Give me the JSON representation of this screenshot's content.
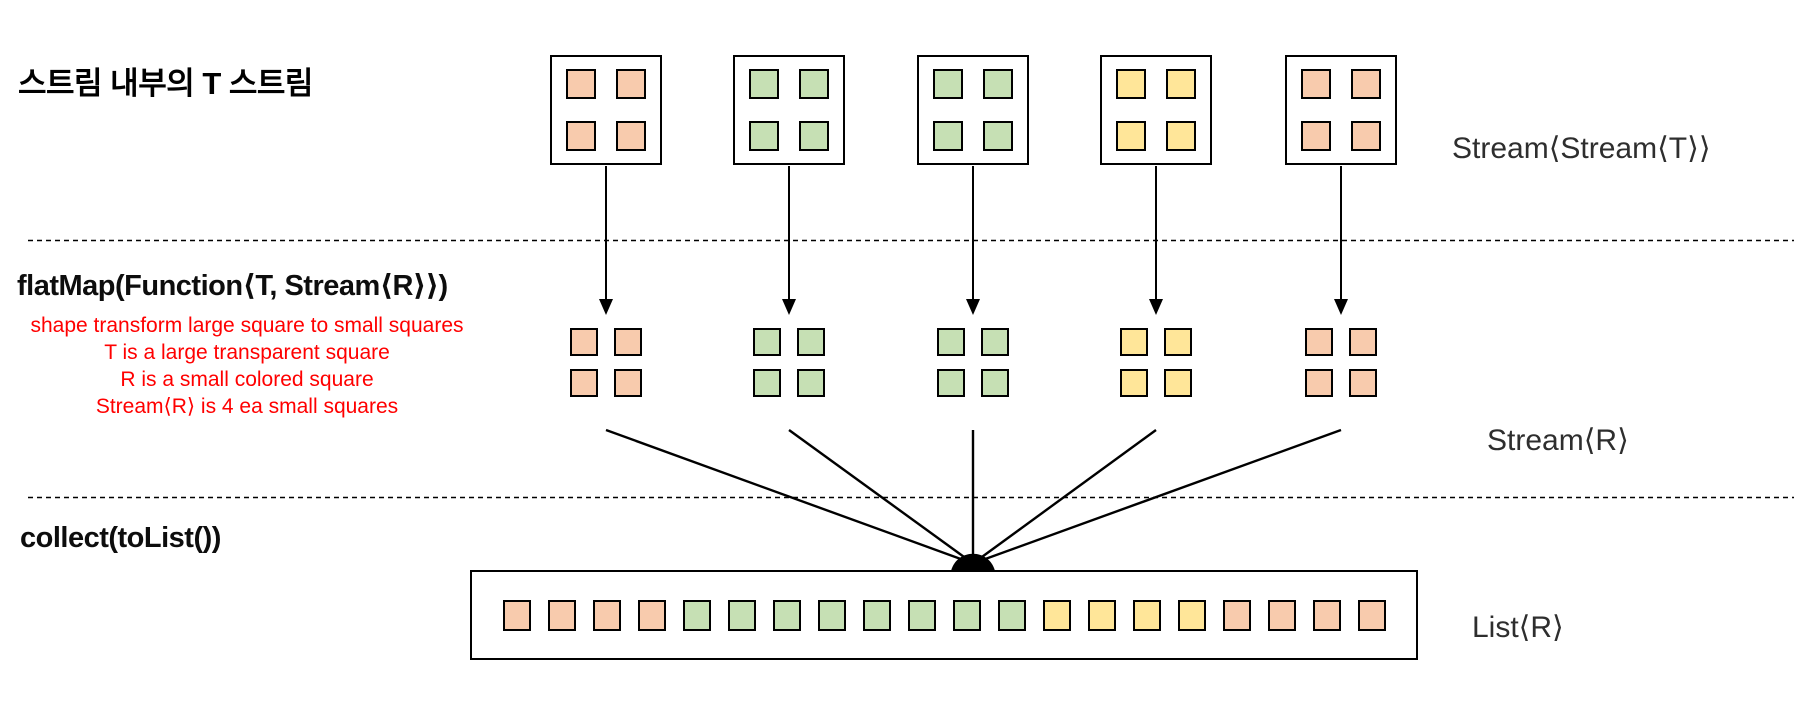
{
  "title": "스트림 내부의 T 스트림",
  "labels": {
    "stage1_right": "Stream⟨Stream⟨T⟩⟩",
    "stage2_heading": "flatMap(Function⟨T, Stream⟨R⟩⟩)",
    "stage2_right": "Stream⟨R⟩",
    "stage3_heading": "collect(toList())",
    "stage3_right": "List⟨R⟩"
  },
  "notes": {
    "color": "#ff0000",
    "lines": [
      "shape transform large square to small squares",
      "T is a large transparent square",
      "R is a small colored square",
      "Stream⟨R⟩ is 4 ea small squares"
    ]
  },
  "colors": {
    "orange": "#F8CBAD",
    "green": "#C6E0B4",
    "yellow": "#FFE699",
    "outline": "#000000"
  },
  "streams": [
    {
      "name": "stream-1",
      "color": "orange",
      "squares": [
        "orange",
        "orange",
        "orange",
        "orange"
      ]
    },
    {
      "name": "stream-2",
      "color": "green",
      "squares": [
        "green",
        "green",
        "green",
        "green"
      ]
    },
    {
      "name": "stream-3",
      "color": "green",
      "squares": [
        "green",
        "green",
        "green",
        "green"
      ]
    },
    {
      "name": "stream-4",
      "color": "yellow",
      "squares": [
        "yellow",
        "yellow",
        "yellow",
        "yellow"
      ]
    },
    {
      "name": "stream-5",
      "color": "orange",
      "squares": [
        "orange",
        "orange",
        "orange",
        "orange"
      ]
    }
  ],
  "list": {
    "squares": [
      "orange",
      "orange",
      "orange",
      "orange",
      "green",
      "green",
      "green",
      "green",
      "green",
      "green",
      "green",
      "green",
      "yellow",
      "yellow",
      "yellow",
      "yellow",
      "orange",
      "orange",
      "orange",
      "orange"
    ]
  }
}
